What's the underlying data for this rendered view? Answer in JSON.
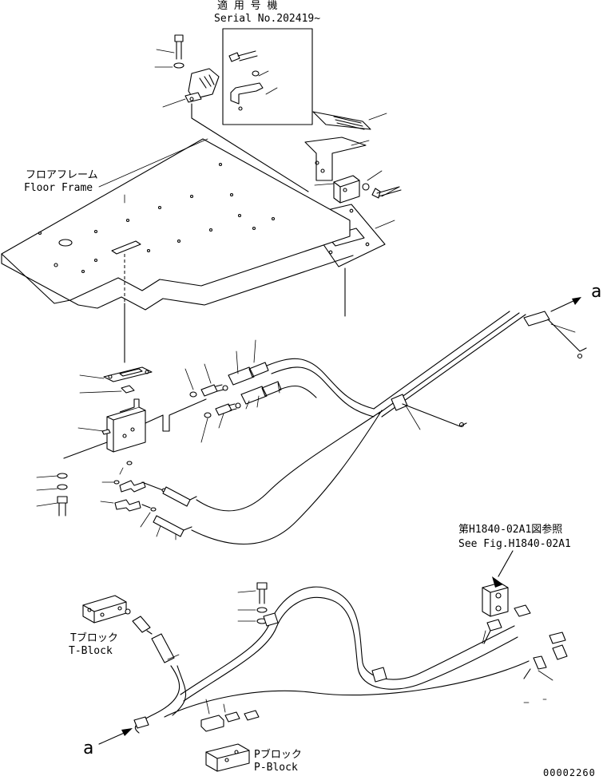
{
  "labels": {
    "serial_jp": "適 用 号 機",
    "serial_en": "Serial No.202419~",
    "floor_jp": "フロアフレーム",
    "floor_en": "Floor Frame",
    "ref_jp": "第H1840-02A1図参照",
    "ref_en": "See Fig.H1840-02A1",
    "tblock_jp": "Tブロック",
    "tblock_en": "T-Block",
    "pblock_jp": "Pブロック",
    "pblock_en": "P-Block",
    "arrow_a_top": "a",
    "arrow_a_bottom": "a",
    "drawing_number": "00002260"
  }
}
